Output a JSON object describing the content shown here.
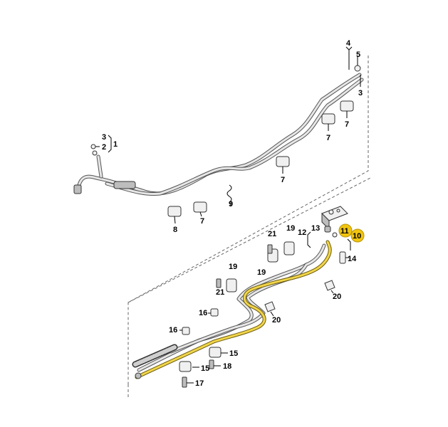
{
  "labels": {
    "l1": "1",
    "l2": "2",
    "l3a": "3",
    "l3b": "3",
    "l4": "4",
    "l5": "5",
    "l7a": "7",
    "l7b": "7",
    "l7c": "7",
    "l7d": "7",
    "l8": "8",
    "l9": "9",
    "l10": "10",
    "l11": "11",
    "l12": "12",
    "l13": "13",
    "l14": "14",
    "l15a": "15",
    "l15b": "15",
    "l16a": "16",
    "l16b": "16",
    "l17": "17",
    "l18": "18",
    "l19a": "19",
    "l19b": "19",
    "l19c": "19",
    "l20a": "20",
    "l20b": "20",
    "l21a": "21",
    "l21b": "21"
  },
  "colors": {
    "highlight": "#f1c40f",
    "highlight_border": "#b8940a",
    "line": "#555555"
  }
}
